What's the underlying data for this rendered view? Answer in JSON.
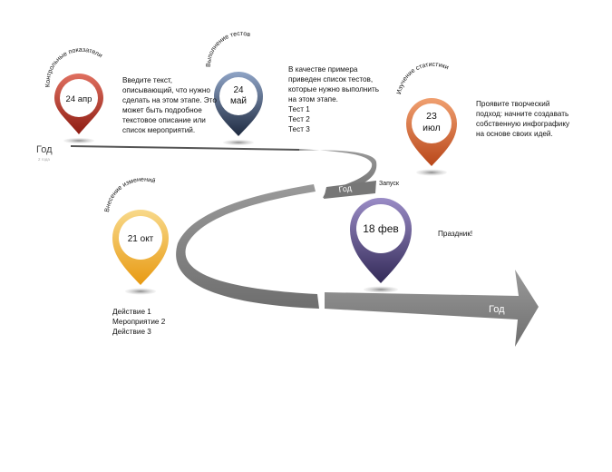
{
  "road": {
    "year_label_1": "Год",
    "year_label_2": "Год",
    "year_label_3": "Год",
    "faint_label": "2 года"
  },
  "pins": [
    {
      "title": "Контрольные показатели",
      "date": "24 апр",
      "color": "#b02a1e",
      "color_light": "#e07060"
    },
    {
      "title": "Выполнение тестов",
      "date_line1": "24",
      "date_line2": "май",
      "color": "#2f3d5a",
      "color_light": "#8fa4c6"
    },
    {
      "title": "Изучение статистики",
      "date_line1": "23",
      "date_line2": "июл",
      "color": "#c9581f",
      "color_light": "#f0a070"
    },
    {
      "title": "Внесение изменений",
      "date": "21 окт",
      "color": "#eea21c",
      "color_light": "#f8d98a"
    },
    {
      "title": "Запуск",
      "date": "18 фев",
      "color": "#4b3d78",
      "color_light": "#9a8cc6"
    }
  ],
  "notes": {
    "note1": [
      "Введите текст,",
      "описывающий, что нужно",
      "сделать на этом этапе. Это",
      "может быть подробное",
      "текстовое описание или",
      "список мероприятий."
    ],
    "note2": [
      "В качестве примера",
      "приведен список тестов,",
      "которые нужно выполнить",
      "на этом этапе.",
      "Тест 1",
      "Тест 2",
      "Тест 3"
    ],
    "note3": [
      "Проявите творческий",
      "подход: начните создавать",
      "собственную инфографику",
      "на основе своих идей."
    ],
    "note4": [
      "Действие 1",
      "Мероприятие 2",
      "Действие 3"
    ],
    "note5": "Праздник!"
  }
}
